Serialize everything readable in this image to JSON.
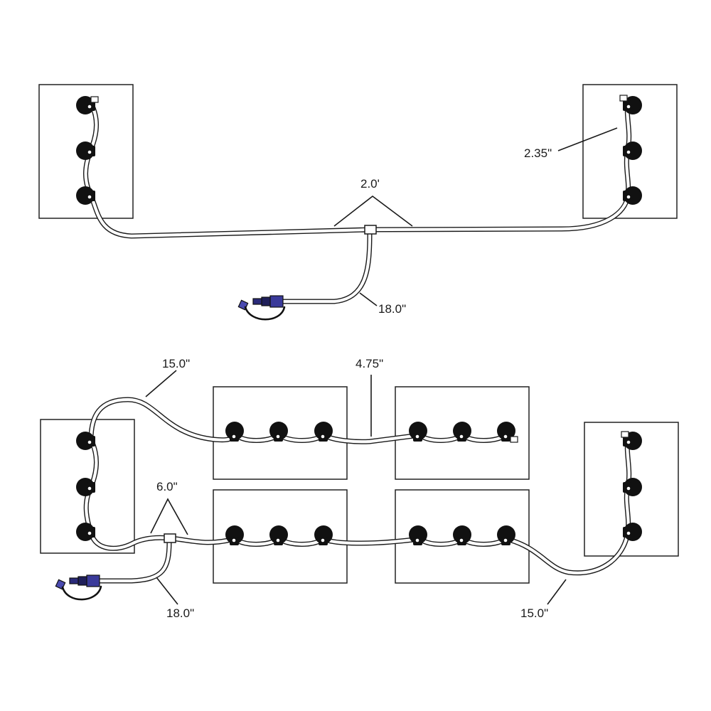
{
  "diagram": {
    "top_layout": {
      "labels": {
        "valve_spacing": "2.35\"",
        "tee_span": "2.0'",
        "fill_hose": "18.0\""
      }
    },
    "bottom_layout": {
      "labels": {
        "left_loop": "15.0\"",
        "bank_gap": "4.75\"",
        "tee_span": "6.0\"",
        "fill_hose": "18.0\"",
        "right_run": "15.0\""
      }
    },
    "colors": {
      "valve": "#111111",
      "quick_connect": "#3a3a9a",
      "outline": "#1a1a1a"
    }
  }
}
